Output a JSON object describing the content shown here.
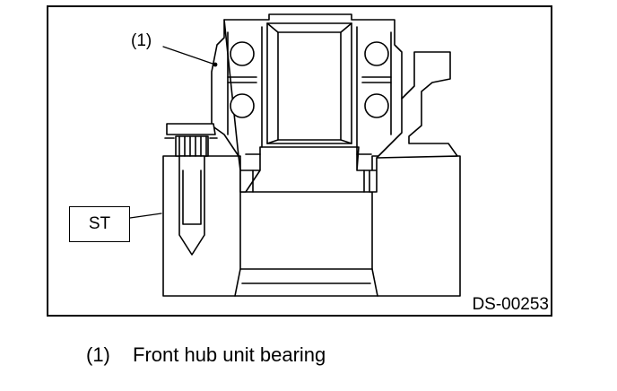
{
  "figure": {
    "callout_number": "(1)",
    "tool_label": "ST",
    "figure_code": "DS-00253"
  },
  "caption": {
    "number": "(1)",
    "text": "Front hub unit bearing"
  },
  "colors": {
    "line": "#000000",
    "background": "#ffffff"
  }
}
